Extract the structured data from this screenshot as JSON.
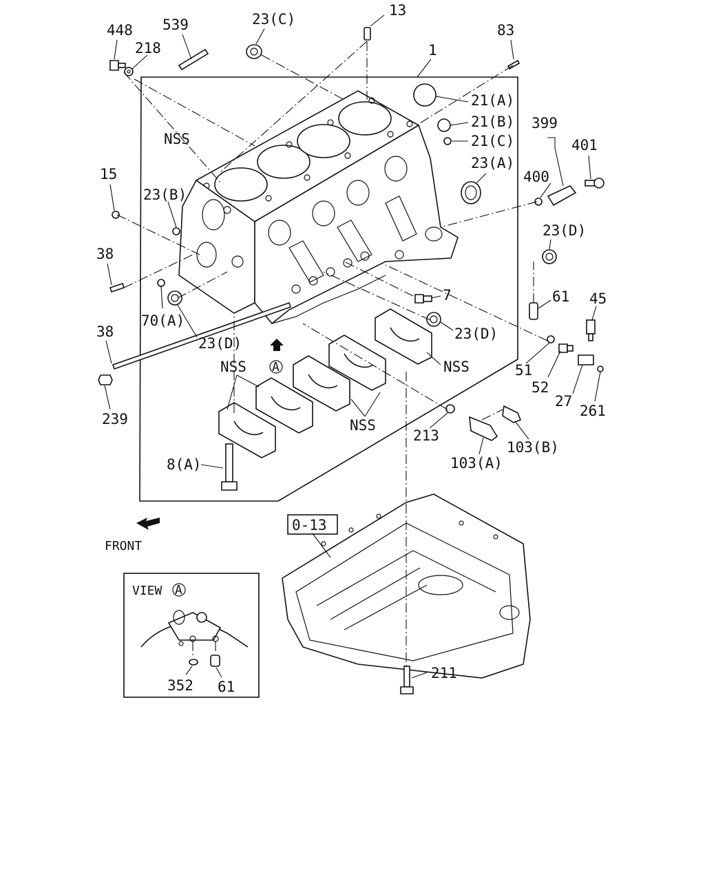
{
  "callouts": {
    "p448": "448",
    "p539": "539",
    "p23c": "23(C)",
    "p13": "13",
    "p83": "83",
    "p218": "218",
    "p1": "1",
    "p21a": "21(A)",
    "p21b": "21(B)",
    "p21c": "21(C)",
    "p399": "399",
    "p401": "401",
    "p400": "400",
    "p23a": "23(A)",
    "nss_top": "NSS",
    "p15": "15",
    "p23b": "23(B)",
    "p23d_right": "23(D)",
    "p38_upper": "38",
    "p61_right": "61",
    "p45": "45",
    "p7": "7",
    "p70a": "70(A)",
    "p23d_mid": "23(D)",
    "p23d_left": "23(D)",
    "p38_lower": "38",
    "nss_left": "NSS",
    "nss_right": "NSS",
    "nss_bottom": "NSS",
    "view_a_marker": "A",
    "p51": "51",
    "p52": "52",
    "p27": "27",
    "p261": "261",
    "p239": "239",
    "p213": "213",
    "p103b": "103(B)",
    "p103a": "103(A)",
    "p8a": "8(A)",
    "p0_13": "0-13",
    "front": "FRONT",
    "p211": "211"
  },
  "inset": {
    "title": "VIEW",
    "marker": "A",
    "p352": "352",
    "p61": "61"
  }
}
